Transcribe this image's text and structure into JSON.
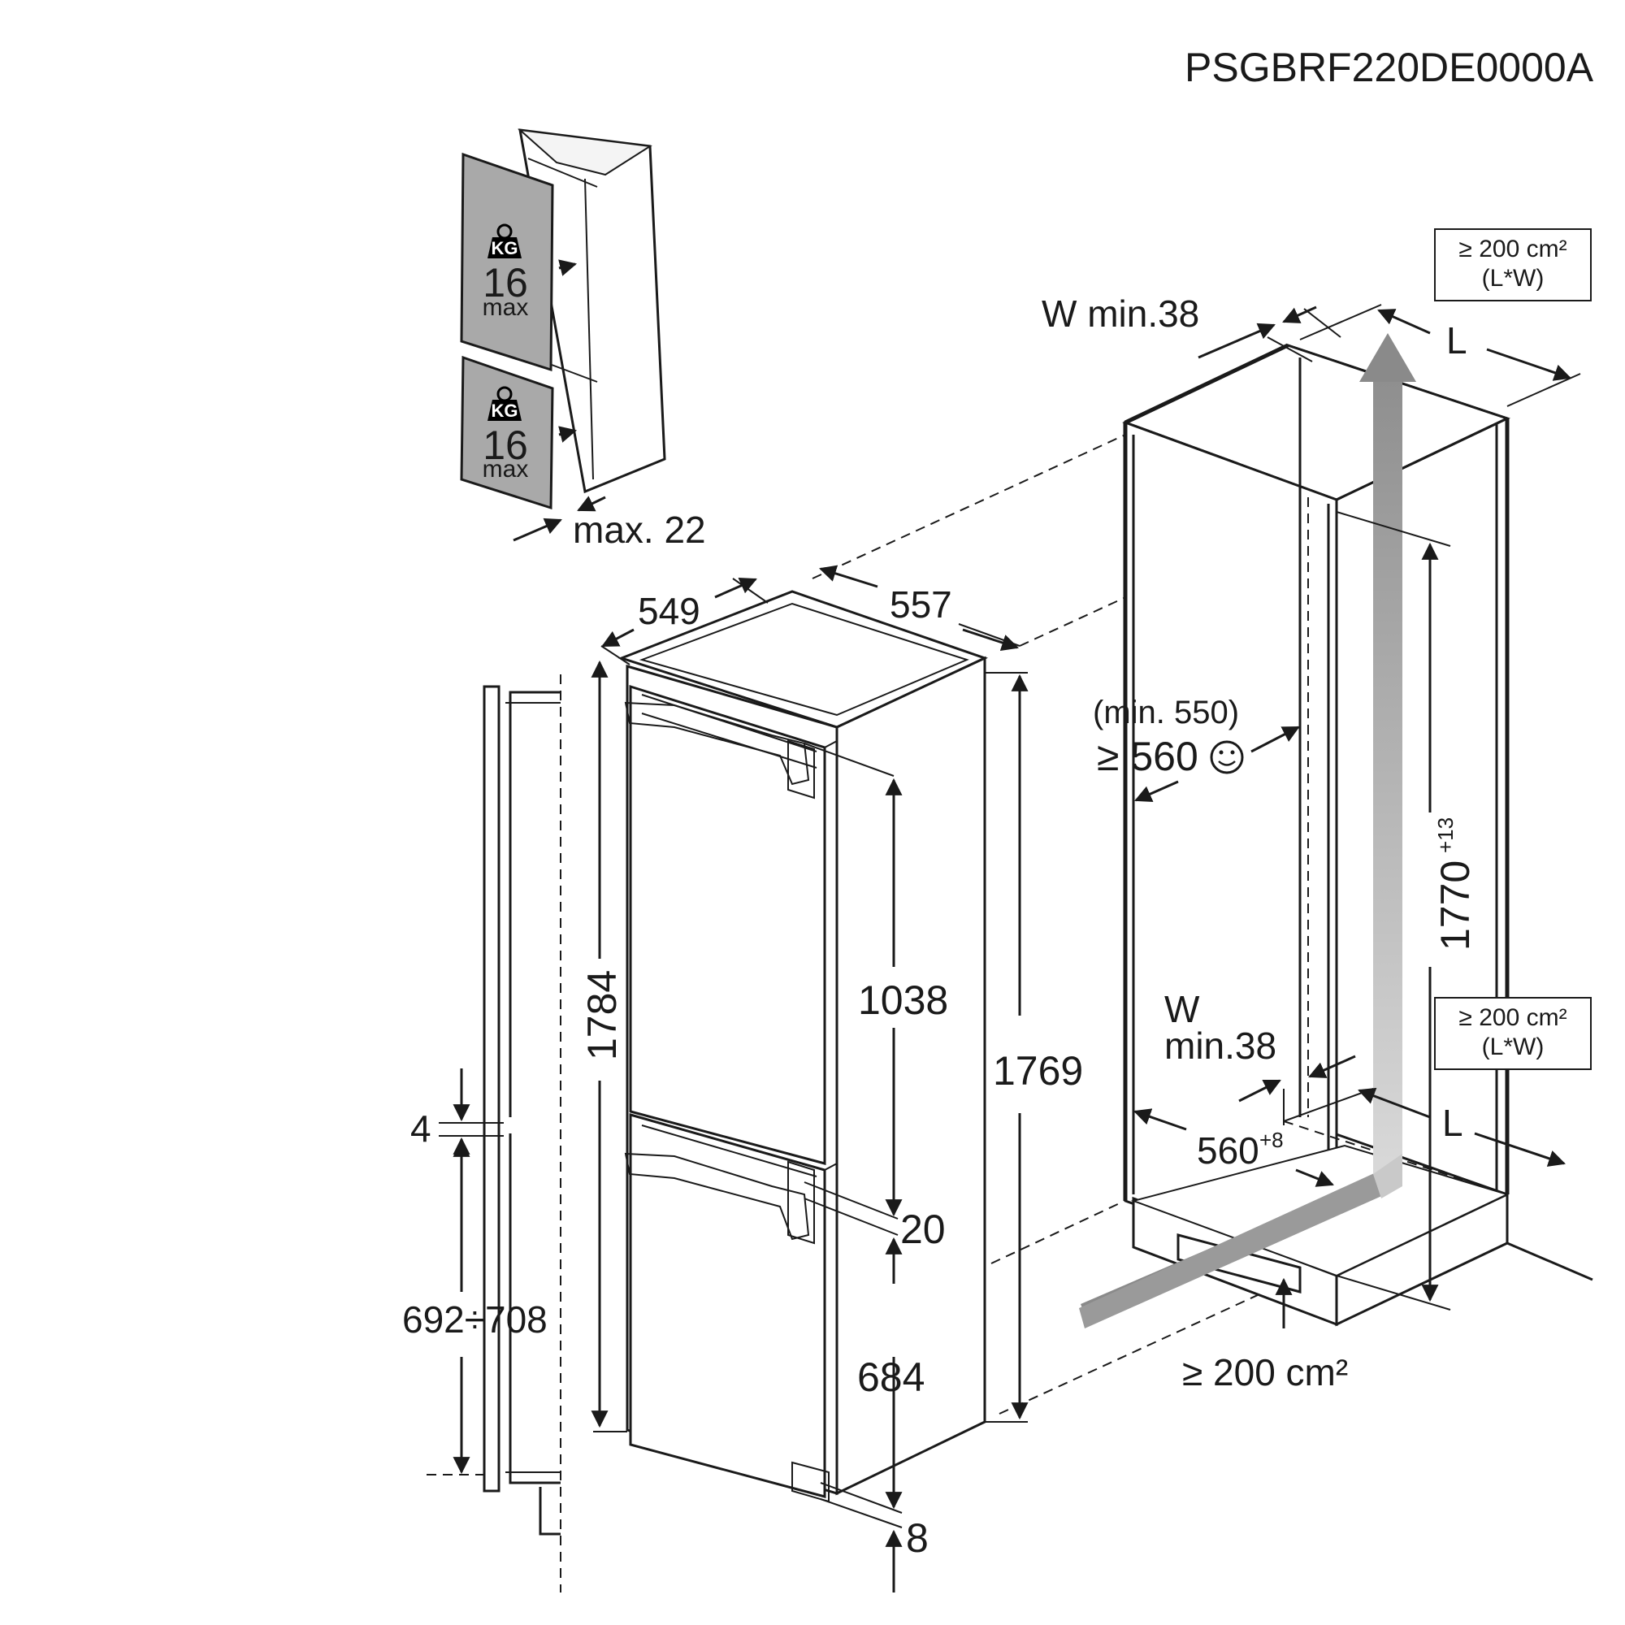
{
  "header": {
    "code": "PSGBRF220DE0000A"
  },
  "door_panels": {
    "weight_badge": "KG",
    "upper": {
      "value": "16",
      "unit": "max"
    },
    "lower": {
      "value": "16",
      "unit": "max"
    },
    "thickness": "max. 22"
  },
  "appliance_dims": {
    "depth": "549",
    "width": "557",
    "total_height": "1784",
    "side_height": "1769",
    "upper_door": "1038",
    "door_gap": "20",
    "lower_door": "684",
    "bottom": "8"
  },
  "decor_panel": {
    "gap": "4",
    "range": "692÷708"
  },
  "niche": {
    "vent_top_area": "≥ 200 cm²",
    "vent_top_formula": "(L*W)",
    "vent_mid_area": "≥ 200 cm²",
    "vent_mid_formula": "(L*W)",
    "vent_bottom_area": "≥ 200 cm²",
    "w_top": "W min.38",
    "w_mid_a": "W",
    "w_mid_b": "min.38",
    "l_top": "L",
    "l_bottom": "L",
    "depth_hint": "(min. 550)",
    "depth_value": "≥ 560",
    "depth_icon": "smiley-icon",
    "height_value": "1770",
    "height_tol": "+13",
    "width_value": "560",
    "width_tol": "+8"
  }
}
